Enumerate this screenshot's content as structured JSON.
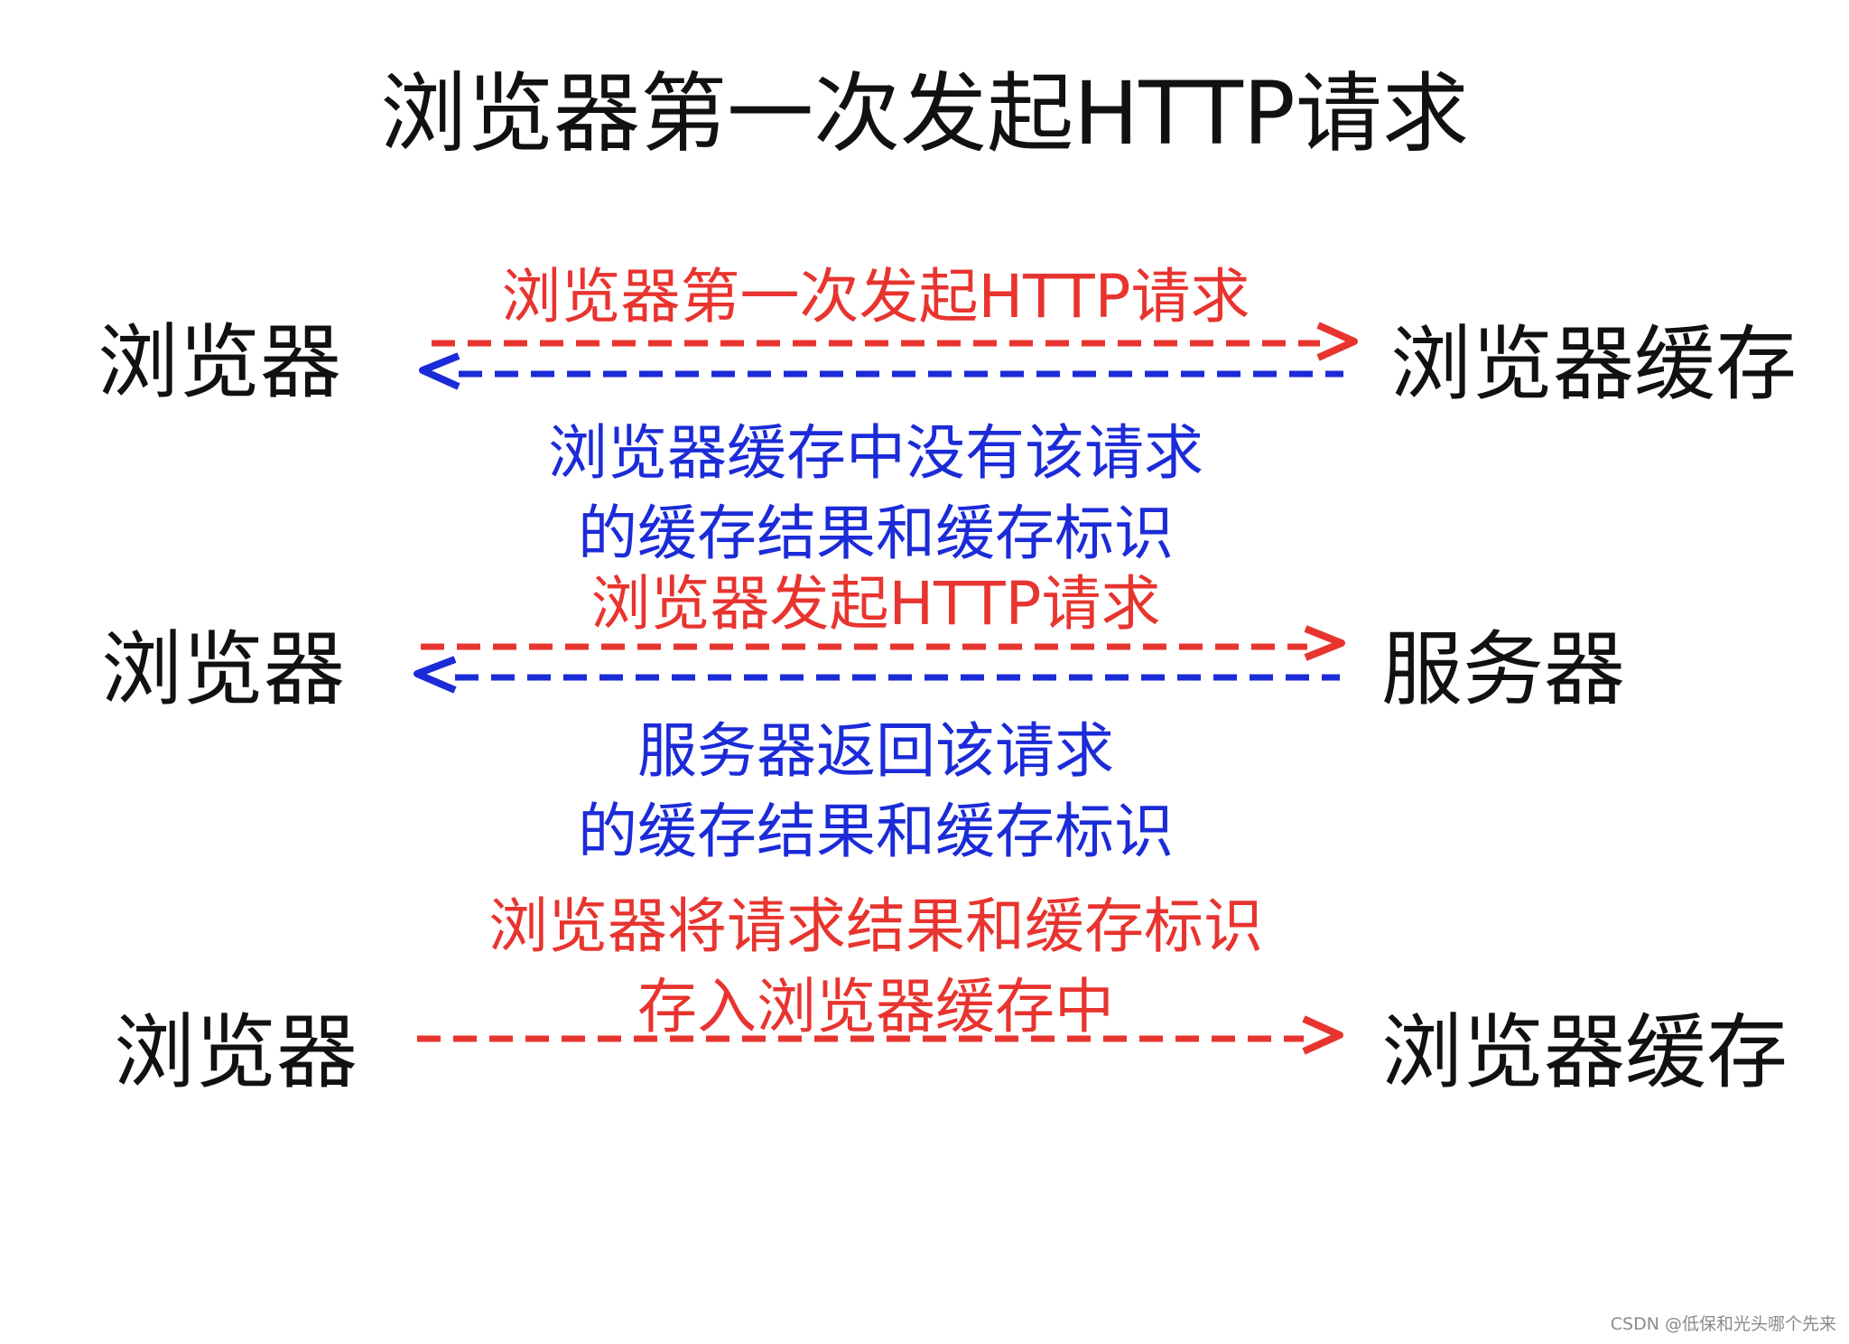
{
  "title": "浏览器第一次发起HTTP请求",
  "colors": {
    "request": "#e8342f",
    "response": "#1b2bd8",
    "node": "#111111"
  },
  "rows": [
    {
      "left_node": "浏览器",
      "right_node": "浏览器缓存",
      "request_label": "浏览器第一次发起HTTP请求",
      "response_label_lines": [
        "浏览器缓存中没有该请求",
        "的缓存结果和缓存标识"
      ]
    },
    {
      "left_node": "浏览器",
      "right_node": "服务器",
      "request_label": "浏览器发起HTTP请求",
      "response_label_lines": [
        "服务器返回该请求",
        "的缓存结果和缓存标识"
      ]
    },
    {
      "left_node": "浏览器",
      "right_node": "浏览器缓存",
      "request_label_lines": [
        "浏览器将请求结果和缓存标识",
        "存入浏览器缓存中"
      ]
    }
  ],
  "watermark": "CSDN @低保和光头哪个先来"
}
